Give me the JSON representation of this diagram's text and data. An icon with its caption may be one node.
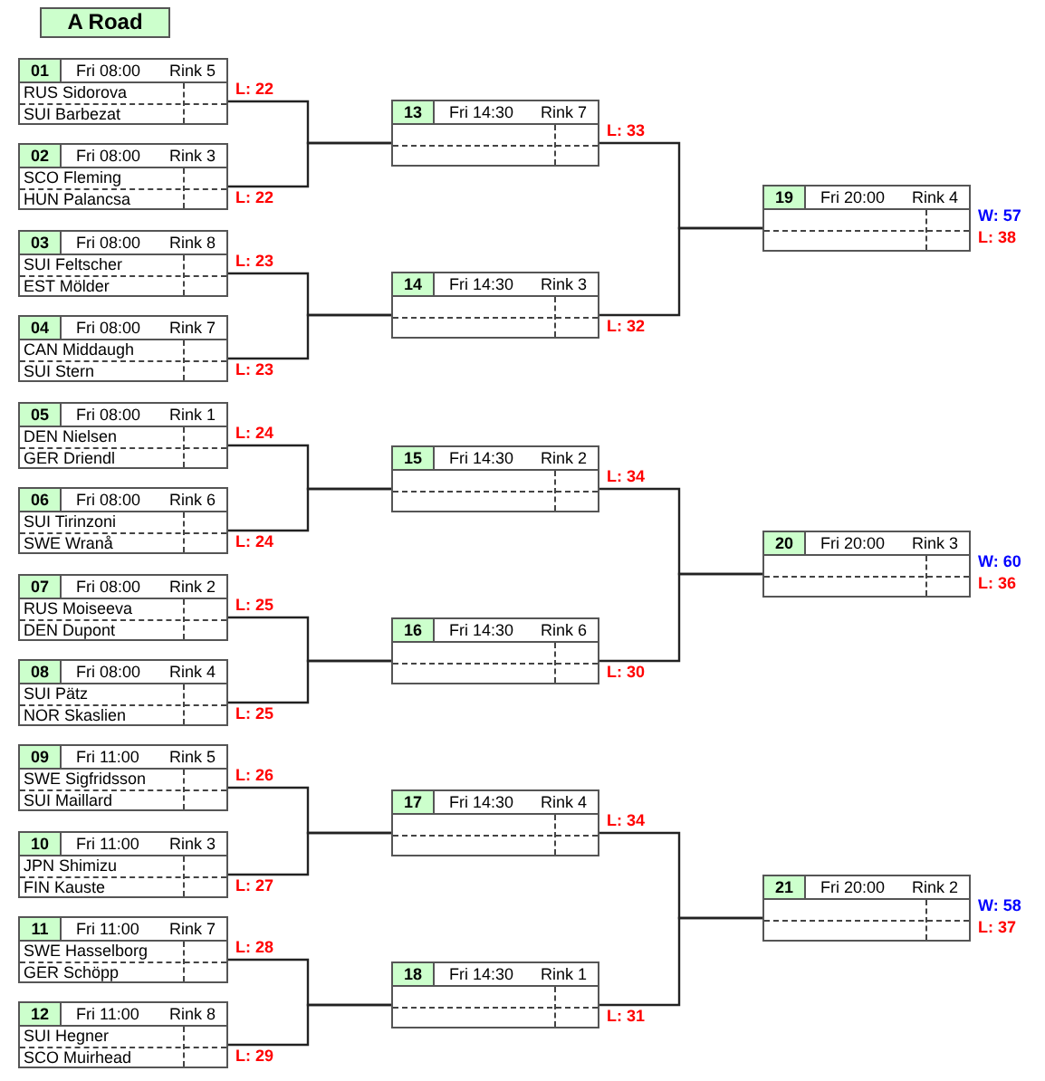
{
  "diagram": {
    "title": "A Road",
    "nodes": [
      {
        "text": [
          "01",
          "Fri 08:00",
          "Rink 5",
          "RUS Sidorova",
          "SUI Barbezat"
        ],
        "beside": [
          "L: 22"
        ]
      },
      {
        "text": [
          "02",
          "Fri 08:00",
          "Rink 3",
          "SCO Fleming",
          "HUN Palancsa"
        ],
        "beside": [
          "L: 22"
        ]
      },
      {
        "text": [
          "03",
          "Fri 08:00",
          "Rink 8",
          "SUI Feltscher",
          "EST Mölder"
        ],
        "beside": [
          "L: 23"
        ]
      },
      {
        "text": [
          "04",
          "Fri 08:00",
          "Rink 7",
          "CAN Middaugh",
          "SUI Stern"
        ],
        "beside": [
          "L: 23"
        ]
      },
      {
        "text": [
          "05",
          "Fri 08:00",
          "Rink 1",
          "DEN Nielsen",
          "GER Driendl"
        ],
        "beside": [
          "L: 24"
        ]
      },
      {
        "text": [
          "06",
          "Fri 08:00",
          "Rink 6",
          "SUI Tirinzoni",
          "SWE Wranå"
        ],
        "beside": [
          "L: 24"
        ]
      },
      {
        "text": [
          "07",
          "Fri 08:00",
          "Rink 2",
          "RUS Moiseeva",
          "DEN Dupont"
        ],
        "beside": [
          "L: 25"
        ]
      },
      {
        "text": [
          "08",
          "Fri 08:00",
          "Rink 4",
          "SUI Pätz",
          "NOR Skaslien"
        ],
        "beside": [
          "L: 25"
        ]
      },
      {
        "text": [
          "09",
          "Fri 11:00",
          "Rink 5",
          "SWE Sigfridsson",
          "SUI Maillard"
        ],
        "beside": [
          "L: 26"
        ]
      },
      {
        "text": [
          "10",
          "Fri 11:00",
          "Rink 3",
          "JPN Shimizu",
          "FIN Kauste"
        ],
        "beside": [
          "L: 27"
        ]
      },
      {
        "text": [
          "11",
          "Fri 11:00",
          "Rink 7",
          "SWE Hasselborg",
          "GER Schöpp"
        ],
        "beside": [
          "L: 28"
        ]
      },
      {
        "text": [
          "12",
          "Fri 11:00",
          "Rink 8",
          "SUI Hegner",
          "SCO Muirhead"
        ],
        "beside": [
          "L: 29"
        ]
      },
      {
        "text": [
          "13",
          "Fri 14:30",
          "Rink 7"
        ],
        "beside": [
          "L: 33"
        ]
      },
      {
        "text": [
          "14",
          "Fri 14:30",
          "Rink 3"
        ],
        "beside": [
          "L: 32"
        ]
      },
      {
        "text": [
          "15",
          "Fri 14:30",
          "Rink 2"
        ],
        "beside": [
          "L: 34"
        ]
      },
      {
        "text": [
          "16",
          "Fri 14:30",
          "Rink 6"
        ],
        "beside": [
          "L: 30"
        ]
      },
      {
        "text": [
          "17",
          "Fri 14:30",
          "Rink 4"
        ],
        "beside": [
          "L: 34"
        ]
      },
      {
        "text": [
          "18",
          "Fri 14:30",
          "Rink 1"
        ],
        "beside": [
          "L: 31"
        ]
      },
      {
        "text": [
          "19",
          "Fri 20:00",
          "Rink 4"
        ],
        "beside": [
          "W: 57",
          "L: 38"
        ]
      },
      {
        "text": [
          "20",
          "Fri 20:00",
          "Rink 3"
        ],
        "beside": [
          "W: 60",
          "L: 36"
        ]
      },
      {
        "text": [
          "21",
          "Fri 20:00",
          "Rink 2"
        ],
        "beside": [
          "W: 58",
          "L: 37"
        ]
      }
    ],
    "edges": [
      {
        "from": 0,
        "to": 12,
        "arrow": "none"
      },
      {
        "from": 1,
        "to": 12,
        "arrow": "none"
      },
      {
        "from": 2,
        "to": 13,
        "arrow": "none"
      },
      {
        "from": 3,
        "to": 13,
        "arrow": "none"
      },
      {
        "from": 4,
        "to": 14,
        "arrow": "none"
      },
      {
        "from": 5,
        "to": 14,
        "arrow": "none"
      },
      {
        "from": 6,
        "to": 15,
        "arrow": "none"
      },
      {
        "from": 7,
        "to": 15,
        "arrow": "none"
      },
      {
        "from": 8,
        "to": 16,
        "arrow": "none"
      },
      {
        "from": 9,
        "to": 16,
        "arrow": "none"
      },
      {
        "from": 10,
        "to": 17,
        "arrow": "none"
      },
      {
        "from": 11,
        "to": 17,
        "arrow": "none"
      },
      {
        "from": 12,
        "to": 18,
        "arrow": "none"
      },
      {
        "from": 13,
        "to": 18,
        "arrow": "none"
      },
      {
        "from": 14,
        "to": 19,
        "arrow": "none"
      },
      {
        "from": 15,
        "to": 19,
        "arrow": "none"
      },
      {
        "from": 16,
        "to": 20,
        "arrow": "none"
      },
      {
        "from": 17,
        "to": 20,
        "arrow": "none"
      }
    ]
  }
}
